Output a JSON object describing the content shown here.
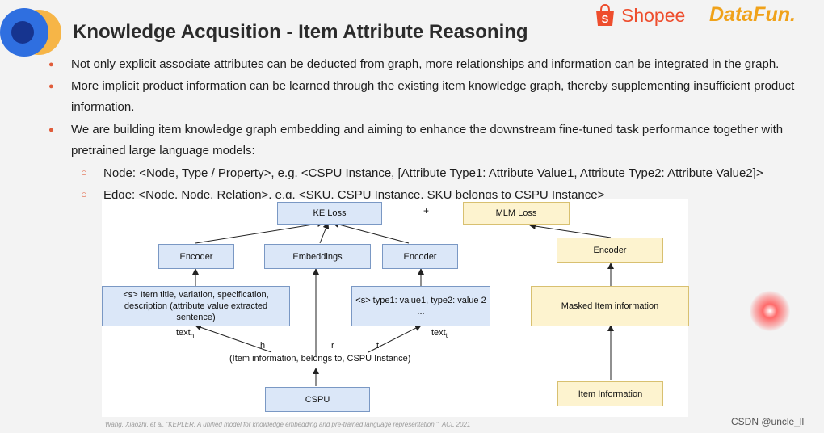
{
  "slide": {
    "title": "Knowledge Acqusition - Item Attribute Reasoning",
    "brand_shopee": "Shopee",
    "brand_datafun": "DataFun.",
    "bullets": [
      "Not only explicit associate attributes can be deducted from graph, more relationships and information can be integrated in the graph.",
      "More implicit product information can be learned through the existing item knowledge graph, thereby supplementing insufficient product information.",
      "We are building item knowledge graph embedding and aiming to enhance the downstream fine-tuned task performance together with pretrained large language models:"
    ],
    "sub_bullets": [
      "Node: <Node, Type / Property>, e.g. <CSPU Instance, [Attribute Type1: Attribute Value1, Attribute Type2: Attribute Value2]>",
      "Edge: <Node, Node, Relation>, e.g. <SKU, CSPU Instance, SKU belongs to CSPU Instance>"
    ],
    "citation": "Wang, Xiaozhi, et al. \"KEPLER: A unified model for knowledge embedding and pre-trained language representation.\", ACL 2021",
    "watermark": "CSDN @uncle_ll"
  },
  "diagram": {
    "ke_loss": "KE Loss",
    "plus": "+",
    "mlm_loss": "MLM Loss",
    "encoder_left": "Encoder",
    "embeddings": "Embeddings",
    "encoder_mid": "Encoder",
    "encoder_right": "Encoder",
    "item_text_line1": "<s> Item title, variation, specification,",
    "item_text_line2": "description (attribute value extracted sentence)",
    "type_text_line1": "<s> type1: value1, type2: value 2",
    "type_text_line2": "...",
    "masked_item": "Masked Item information",
    "item_information": "Item Information",
    "cspu": "CSPU",
    "triple": "(Item information, belongs to, CSPU Instance)",
    "label_text_h": "text",
    "label_text_h_sub": "h",
    "label_text_t": "text",
    "label_text_t_sub": "t",
    "label_h": "h",
    "label_r": "r",
    "label_t": "t"
  },
  "colors": {
    "bullet_accent": "#e05c3a",
    "blue_box_fill": "#dbe7f8",
    "yellow_box_fill": "#fdf3cf",
    "shopee_orange": "#ee4d2d",
    "datafun_orange": "#f0a21a"
  }
}
